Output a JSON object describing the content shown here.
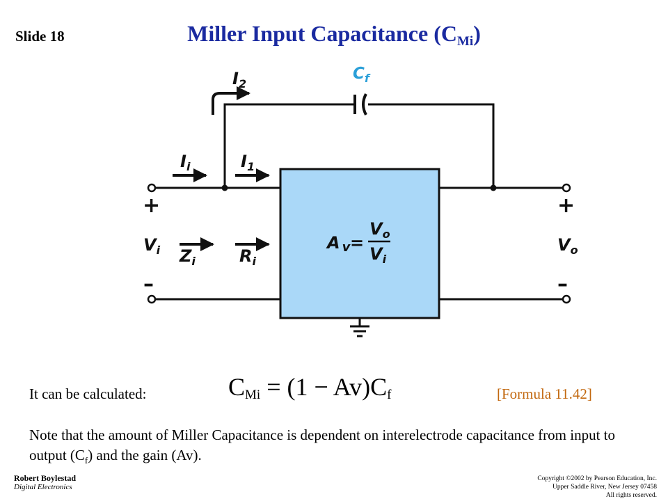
{
  "slide_label": "Slide 18",
  "title": {
    "main": "Miller Input Capacitance (C",
    "sub": "Mi",
    "close": ")"
  },
  "diagram": {
    "cap_label": {
      "main": "C",
      "sub": "f"
    },
    "current_i2": {
      "main": "I",
      "sub": "2"
    },
    "current_ii": {
      "main": "I",
      "sub": "i"
    },
    "current_i1": {
      "main": "I",
      "sub": "1"
    },
    "plus_in": "+",
    "plus_out": "+",
    "minus_in": "–",
    "minus_out": "–",
    "vi": {
      "main": "V",
      "sub": "i"
    },
    "zi": {
      "main": "Z",
      "sub": "i"
    },
    "ri": {
      "main": "R",
      "sub": "i"
    },
    "vo": {
      "main": "V",
      "sub": "o"
    },
    "gain": {
      "a": "A",
      "v": "v",
      "eq": "=",
      "num_main": "V",
      "num_sub": "o",
      "den_main": "V",
      "den_sub": "i"
    },
    "colors": {
      "box_fill": "#aad8f8",
      "cap_label": "#2a9fd8",
      "title": "#1a2aa0",
      "formula_ref": "#c2680f"
    }
  },
  "calc_label": "It can be calculated:",
  "formula": {
    "lhs_main": "C",
    "lhs_sub": "Mi",
    "mid": " = (1 − Av)C",
    "rhs_sub": "f"
  },
  "formula_ref": "[Formula 11.42]",
  "note": {
    "part1": "Note that the amount of Miller Capacitance is dependent on interelectrode capacitance from input to output (C",
    "sub": "f",
    "part2": ") and the gain (Av)."
  },
  "footer": {
    "author": "Robert Boylestad",
    "book": "Digital Electronics",
    "copyright_1": "Copyright ©2002 by Pearson Education, Inc.",
    "copyright_2": "Upper Saddle River, New Jersey 07458",
    "copyright_3": "All rights reserved."
  }
}
